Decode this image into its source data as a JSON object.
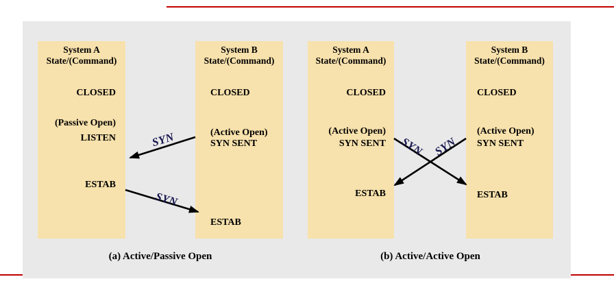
{
  "colors": {
    "panel_bg": "#E9E9E9",
    "column_fill": "#F7E1AC",
    "rule_red": "#C00000",
    "arrow_black": "#000000",
    "syn_label_ink": "#16164E"
  },
  "diagram_a": {
    "caption": "(a) Active/Passive Open",
    "col_a": {
      "title1": "System A",
      "title2": "State/(Command)",
      "closed": "CLOSED",
      "open_cmd": "(Passive Open)",
      "open_state": "LISTEN",
      "estab": "ESTAB"
    },
    "col_b": {
      "title1": "System B",
      "title2": "State/(Command)",
      "closed": "CLOSED",
      "open_cmd": "(Active Open)",
      "open_state": "SYN SENT",
      "estab": "ESTAB"
    },
    "msg1": "SYN",
    "msg2": "SYN"
  },
  "diagram_b": {
    "caption": "(b) Active/Active Open",
    "col_a": {
      "title1": "System A",
      "title2": "State/(Command)",
      "closed": "CLOSED",
      "open_cmd": "(Active Open)",
      "open_state": "SYN SENT",
      "estab": "ESTAB"
    },
    "col_b": {
      "title1": "System B",
      "title2": "State/(Command)",
      "closed": "CLOSED",
      "open_cmd": "(Active Open)",
      "open_state": "SYN SENT",
      "estab": "ESTAB"
    },
    "msg1": "SYN",
    "msg2": "SYN"
  }
}
